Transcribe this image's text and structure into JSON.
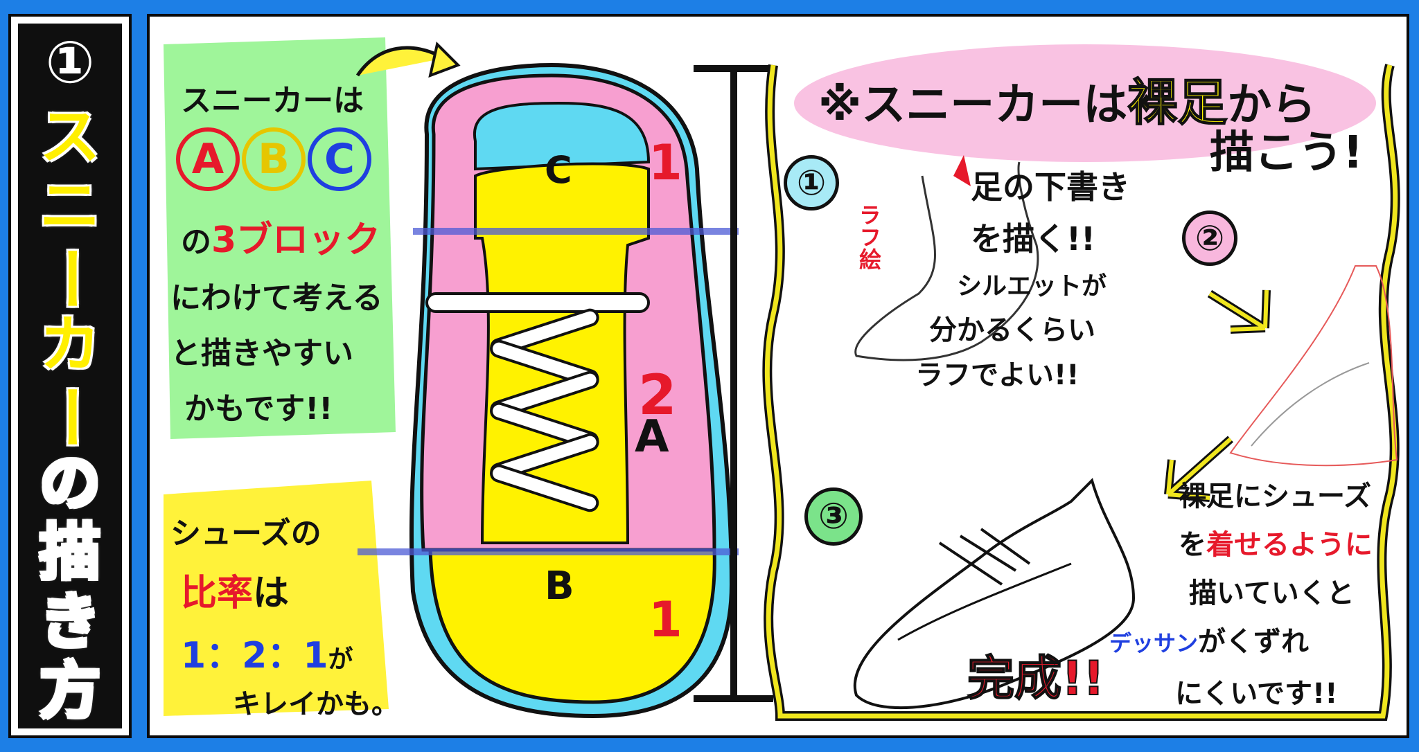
{
  "sidebar": {
    "circled_number": "①",
    "title_chars": [
      "ス",
      "ニ",
      "ー",
      "カ",
      "ー",
      "の",
      "描",
      "き",
      "方"
    ],
    "title_colors": [
      "#ffef00",
      "#ffef00",
      "#ffef00",
      "#ffef00",
      "#ffef00",
      "#ffffff",
      "#ffffff",
      "#ffffff",
      "#ffffff"
    ]
  },
  "left_note": {
    "line1": "スニーカーは",
    "circle_a": "A",
    "circle_b": "B",
    "circle_c": "C",
    "line3_prefix": "の",
    "line3_highlight": "3ブロック",
    "line4": "にわけて考える",
    "line5": "と描きやすい",
    "line6": "かもです!!"
  },
  "ratio_note": {
    "line1": "シューズの",
    "line2_highlight": "比率",
    "line2_suffix": "は",
    "line3_ratio": "1：2：1",
    "line3_suffix": "が",
    "line4": "キレイかも。"
  },
  "shoe_labels": {
    "c": "C",
    "a": "A",
    "b": "B"
  },
  "measure": {
    "top": "1",
    "middle": "2",
    "bottom": "1"
  },
  "right_panel": {
    "title_prefix": "※スニーカーは",
    "title_highlight": "裸足",
    "title_suffix": "から",
    "title_line2": "描こう!",
    "step1_number": "①",
    "step1_rough_label": "ラフ絵",
    "step1_text1": "足の下書き",
    "step1_text2": "を描く!!",
    "step1_note1": "シルエットが",
    "step1_note2": "分かるくらい",
    "step1_note3": "ラフでよい!!",
    "step2_number": "②",
    "step3_number": "③",
    "tip_line1": "裸足にシューズ",
    "tip_line2_prefix": "を",
    "tip_line2_highlight": "着せるように",
    "tip_line3": "描いていくと",
    "tip_line4_highlight": "デッサン",
    "tip_line4_suffix": "がくずれ",
    "tip_line5": "にくいです!!",
    "done": "完成!!"
  },
  "colors": {
    "background": "#1d7fe6",
    "pink_shoe": "#f79fd0",
    "yellow": "#fff200",
    "cyan": "#5fd9f2",
    "green_note": "#9ff59a",
    "yellow_note": "#fff23a",
    "red": "#e6192b",
    "blue_text": "#1f3fe0",
    "guide_line": "#4d5bd6"
  }
}
